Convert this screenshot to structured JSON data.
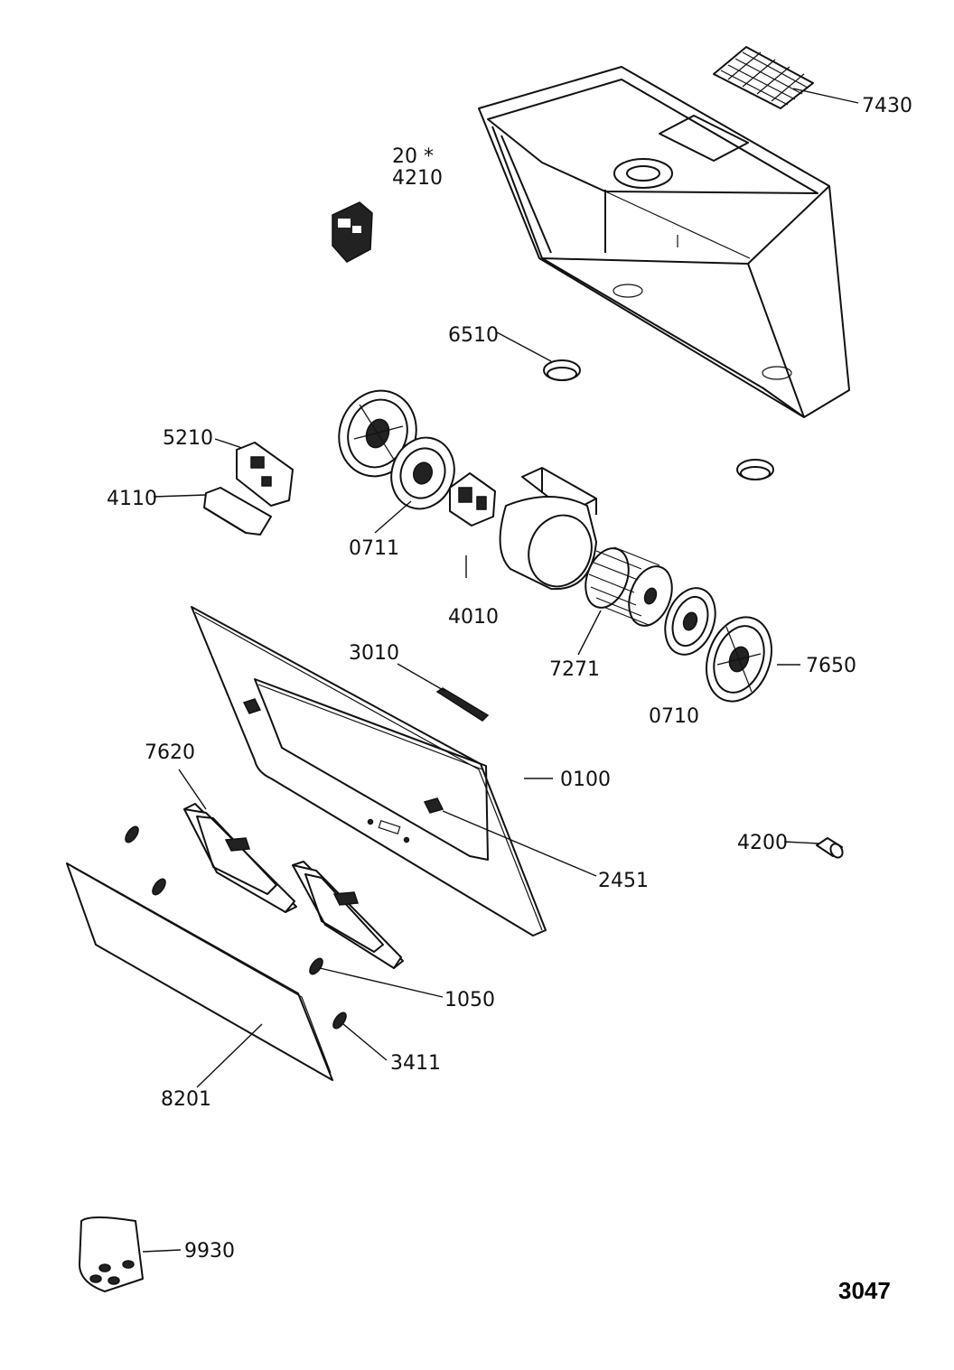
{
  "diagram": {
    "id_label": "3047",
    "part_numbers": [
      "7430",
      "20 *",
      "4210",
      "6510",
      "5210",
      "4110",
      "0711",
      "4010",
      "7271",
      "3010",
      "7650",
      "0710",
      "7620",
      "0100",
      "4200",
      "2451",
      "1050",
      "3411",
      "8201",
      "9930"
    ]
  }
}
